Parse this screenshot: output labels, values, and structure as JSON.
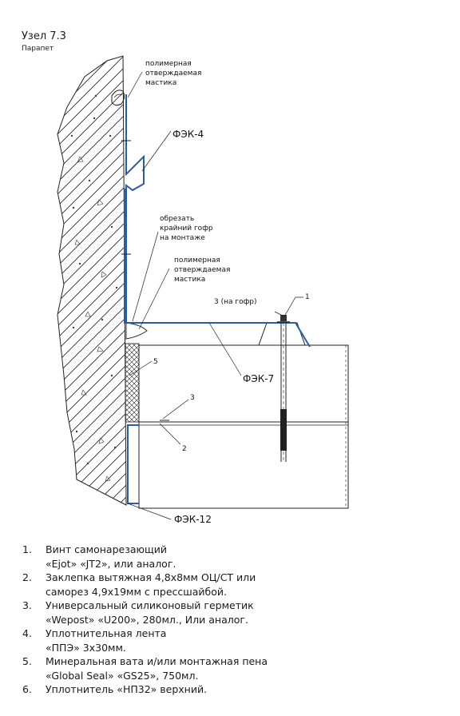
{
  "header": {
    "title": "Узел 7.3",
    "subtitle": "Парапет"
  },
  "callouts": {
    "mastic_top": [
      "полимерная",
      "отверждаемая",
      "мастика"
    ],
    "fek4": "ФЭК-4",
    "cut_corrugation": [
      "обрезать",
      "крайний гофр",
      "на монтаже"
    ],
    "mastic_mid": [
      "полимерная",
      "отверждаемая",
      "мастика"
    ],
    "screw_on_corrugation": "3 (на гофр)",
    "item1": "1",
    "fek7": "ФЭК-7",
    "item5": "5",
    "item3": "3",
    "item2": "2",
    "fek12": "ФЭК-12"
  },
  "legend": [
    {
      "num": "1.",
      "lines": [
        "Винт самонарезающий",
        "«Ejot» «JT2», или аналог."
      ]
    },
    {
      "num": "2.",
      "lines": [
        "Заклепка вытяжная 4,8х8мм ОЦ/СТ или",
        "саморез 4,9х19мм с прессшайбой."
      ]
    },
    {
      "num": "3.",
      "lines": [
        "Универсальный силиконовый герметик",
        "«Wepost» «U200», 280мл., Или аналог."
      ]
    },
    {
      "num": "4.",
      "lines": [
        "Уплотнительная лента",
        "«ППЭ» 3х30мм."
      ]
    },
    {
      "num": "5.",
      "lines": [
        "Минеральная вата и/или монтажная пена",
        "«Global Seal» «GS25», 750мл."
      ]
    },
    {
      "num": "6.",
      "lines": [
        "Уплотнитель «НП32» верхний."
      ]
    }
  ],
  "colors": {
    "flashing": "#2f5d9a",
    "line": "#222222"
  }
}
